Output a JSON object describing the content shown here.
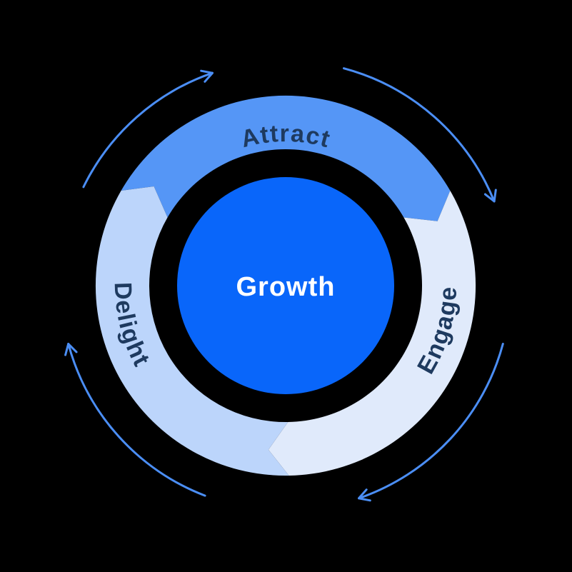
{
  "diagram": {
    "type": "flywheel",
    "rotation_direction": "clockwise",
    "background_color": "#000000",
    "center": {
      "label": "Growth",
      "fill": "#0966fa",
      "text_color": "#ffffff"
    },
    "segments": [
      {
        "id": "attract",
        "label": "Attract",
        "fill": "#5596f6"
      },
      {
        "id": "engage",
        "label": "Engage",
        "fill": "#e0eafb"
      },
      {
        "id": "delight",
        "label": "Delight",
        "fill": "#bcd5fb"
      }
    ],
    "segment_label_color": "#1e3a5f",
    "rotation_arrows": {
      "color": "#4b8ef5",
      "count": 4,
      "positions": [
        "top-right",
        "bottom-right",
        "bottom-left",
        "top-left"
      ]
    }
  }
}
